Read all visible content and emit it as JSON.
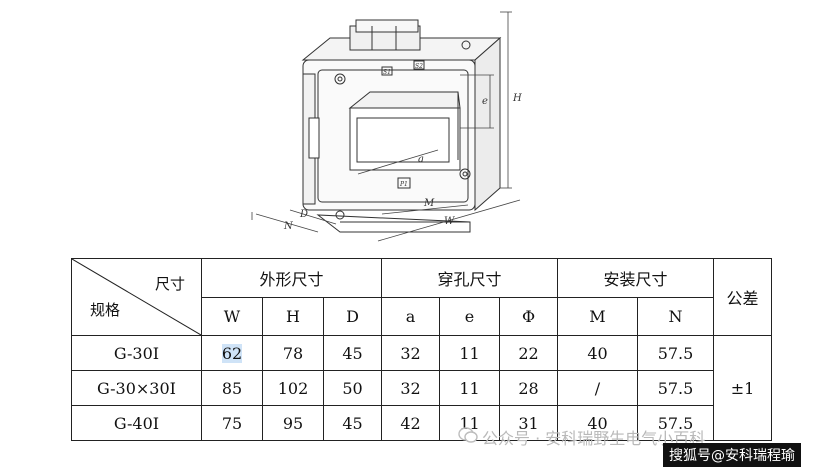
{
  "drawing": {
    "dim_labels": {
      "a": "a",
      "e": "e",
      "H": "H",
      "D": "D",
      "M": "M",
      "W": "W",
      "N": "N"
    },
    "terminals": {
      "s1": "S1",
      "s2": "S2",
      "p1": "P1"
    }
  },
  "table": {
    "corner_top": "尺寸",
    "corner_bottom": "规格",
    "groups": [
      "外形尺寸",
      "穿孔尺寸",
      "安装尺寸",
      "公差"
    ],
    "subheaders": [
      "W",
      "H",
      "D",
      "a",
      "e",
      "Φ",
      "M",
      "N"
    ],
    "rows": [
      {
        "model": "G-30I",
        "values": [
          "62",
          "78",
          "45",
          "32",
          "11",
          "22",
          "40",
          "57.5"
        ]
      },
      {
        "model": "G-30×30I",
        "values": [
          "85",
          "102",
          "50",
          "32",
          "11",
          "28",
          "/",
          "57.5"
        ]
      },
      {
        "model": "G-40I",
        "values": [
          "75",
          "95",
          "45",
          "42",
          "11",
          "31",
          "40",
          "57.5"
        ]
      }
    ],
    "tolerance": "±1"
  },
  "watermark": {
    "text": "公众号 · 安科瑞野生电气小百科"
  },
  "source_tag": {
    "text": "搜狐号@安科瑞程瑜"
  }
}
